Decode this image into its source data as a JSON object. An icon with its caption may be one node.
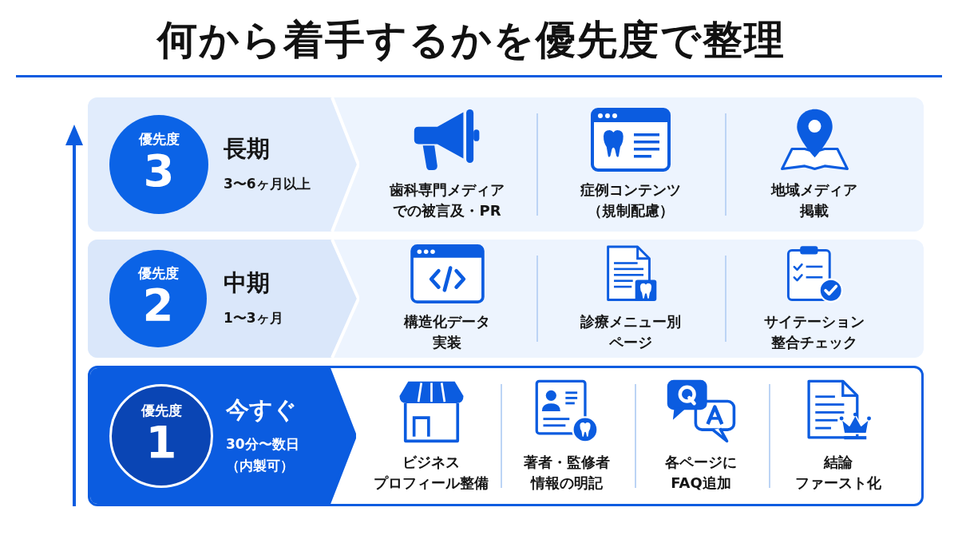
{
  "diagram": {
    "title": "何から着手するかを優先度で整理",
    "nodes": [
      {
        "text": [],
        "shape": "box"
      },
      {
        "text": [
          "長期",
          "3〜6ヶ月以上"
        ],
        "in": 0
      },
      {
        "text": [
          "優先度",
          "3"
        ],
        "in": 1
      },
      {
        "text": [
          "歯科専門メディアでの被言及・PR"
        ],
        "in": 0
      },
      {
        "text": [
          "症例コンテンツ（規制配慮）"
        ],
        "in": 0
      },
      {
        "text": [
          "地域メディア掲載"
        ],
        "in": 0
      },
      {
        "text": [],
        "shape": "box"
      },
      {
        "text": [
          "中期",
          "1〜3ヶ月"
        ],
        "in": 6
      },
      {
        "text": [
          "優先度",
          "2"
        ],
        "in": 7
      },
      {
        "text": [
          "構造化データ実装"
        ],
        "in": 6
      },
      {
        "text": [
          "診療メニュー別ページ"
        ],
        "in": 6
      },
      {
        "text": [
          "サイテーション整合チェック"
        ],
        "in": 6
      },
      {
        "text": [],
        "shape": "box"
      },
      {
        "text": [
          "今すぐ",
          "30分〜数日（内製可）"
        ],
        "in": 12
      },
      {
        "text": [
          "優先度",
          "1"
        ],
        "in": 13
      },
      {
        "text": [
          "ビジネスプロフィール整備"
        ],
        "in": 12
      },
      {
        "text": [
          "著者・監修者情報の明記"
        ],
        "in": 12
      },
      {
        "text": [
          "各ページにFAQ追加"
        ],
        "in": 12
      },
      {
        "text": [
          "結論ファースト化"
        ],
        "in": 12
      }
    ]
  }
}
